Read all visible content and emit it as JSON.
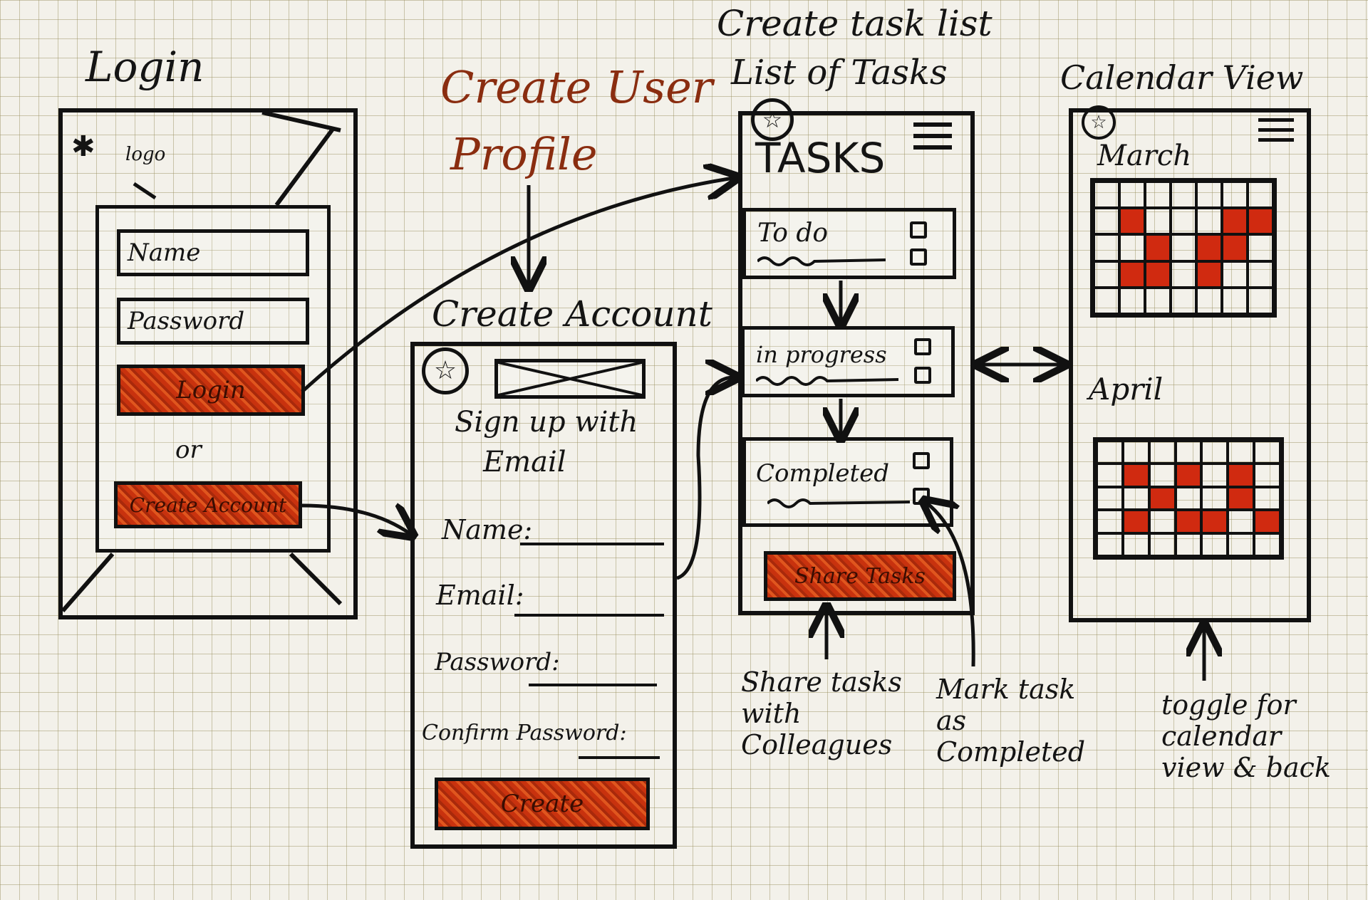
{
  "login": {
    "title": "Login",
    "logo_label": "logo",
    "name_field": "Name",
    "password_field": "Password",
    "login_button": "Login",
    "or": "or",
    "create_button": "Create Account"
  },
  "create_profile": {
    "title_line1": "Create User",
    "title_line2": "Profile"
  },
  "create_account": {
    "title": "Create Account",
    "signup_line1": "Sign up with",
    "signup_line2": "Email",
    "name_label": "Name:",
    "email_label": "Email:",
    "password_label": "Password:",
    "confirm_label": "Confirm Password:",
    "create_button": "Create"
  },
  "tasks": {
    "title_line1": "Create task list",
    "title_line2": "List of Tasks",
    "header": "TASKS",
    "todo": "To do",
    "in_progress": "in progress",
    "completed": "Completed",
    "share_button": "Share Tasks"
  },
  "calendar": {
    "title": "Calendar View",
    "month1": "March",
    "month2": "April",
    "march_cells": [
      0,
      0,
      0,
      0,
      0,
      0,
      0,
      0,
      1,
      0,
      0,
      0,
      1,
      1,
      0,
      0,
      1,
      0,
      1,
      1,
      0,
      0,
      1,
      1,
      0,
      1,
      0,
      0,
      0,
      0,
      0,
      0,
      0,
      0,
      0
    ],
    "april_cells": [
      0,
      0,
      0,
      0,
      0,
      0,
      0,
      0,
      1,
      0,
      1,
      0,
      1,
      0,
      0,
      0,
      1,
      0,
      0,
      1,
      0,
      0,
      1,
      0,
      1,
      1,
      0,
      1,
      0,
      0,
      0,
      0,
      0,
      0,
      0
    ]
  },
  "annotations": {
    "share": "Share tasks with Colleagues",
    "mark": "Mark task as Completed",
    "toggle": "toggle for calendar view & back"
  },
  "colors": {
    "ink": "#141414",
    "marker_red": "#c8320e",
    "grid": "#968c5a"
  }
}
